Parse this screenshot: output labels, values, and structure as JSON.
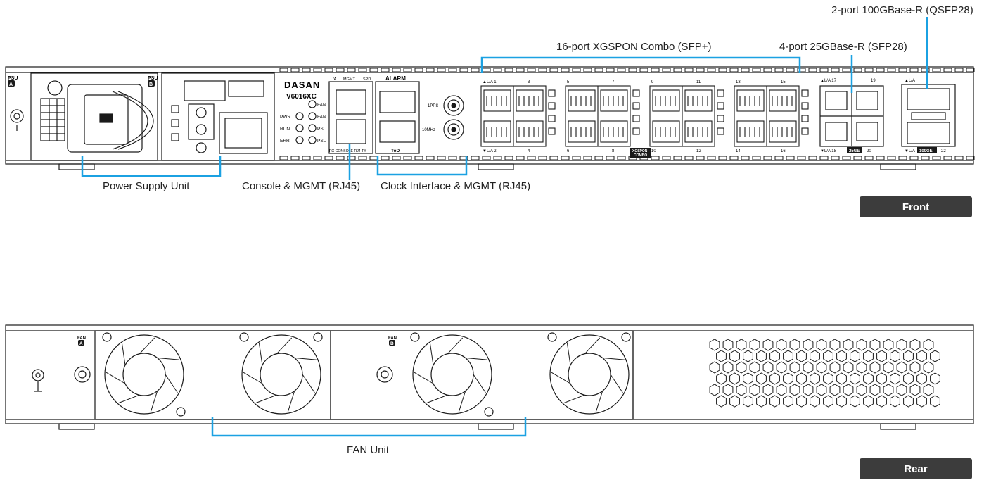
{
  "callouts": {
    "qsfp28": "2-port 100GBase-R (QSFP28)",
    "xgspon": "16-port XGSPON Combo (SFP+)",
    "sfp28": "4-port 25GBase-R (SFP28)",
    "psu_unit": "Power Supply Unit",
    "console_mgmt": "Console & MGMT (RJ45)",
    "clock_mgmt": "Clock Interface & MGMT (RJ45)",
    "fan_unit": "FAN Unit"
  },
  "tags": {
    "front": "Front",
    "rear": "Rear"
  },
  "front_panel": {
    "brand": "DASAN",
    "model": "V6016XC",
    "psu_a": "PSU",
    "psu_b": "PSU",
    "slot_a": "A",
    "slot_b": "B",
    "led_labels": [
      "PWR",
      "RUN",
      "ERR"
    ],
    "led_right": [
      "FAN",
      "FAN",
      "PSU",
      "PSU"
    ],
    "mgmt_top": [
      "L/A",
      "MGMT",
      "SPD"
    ],
    "alarm": "ALARM",
    "mgmt_bottom": "RX CONSOLE RJ4 TX",
    "tod": "ToD",
    "pps": "1PPS",
    "mhz": "10MHz",
    "port_top": [
      "▲L/A  1",
      "3",
      "5",
      "7",
      "9",
      "11",
      "13",
      "15"
    ],
    "port_bottom": [
      "▼L/A  2",
      "4",
      "6",
      "8",
      "10",
      "12",
      "14",
      "16"
    ],
    "xgspon_badge": "XGSPON COMBO",
    "sfp28_top": [
      "▲L/A  17",
      "19"
    ],
    "sfp28_bottom": [
      "▼L/A  18",
      "20"
    ],
    "sfp28_badge": "25GE",
    "qsfp_top": "▲L/A",
    "qsfp_bottom": "▼L/A",
    "qsfp_badge": "100GE",
    "qsfp_num": "22"
  },
  "rear_panel": {
    "fan_a": "FAN",
    "fan_b": "FAN",
    "slot_a": "A",
    "slot_b": "B"
  },
  "colors": {
    "callout_line": "#1ba1e2",
    "outline": "#1a1a1a",
    "tag_bg": "#3c3c3c"
  }
}
